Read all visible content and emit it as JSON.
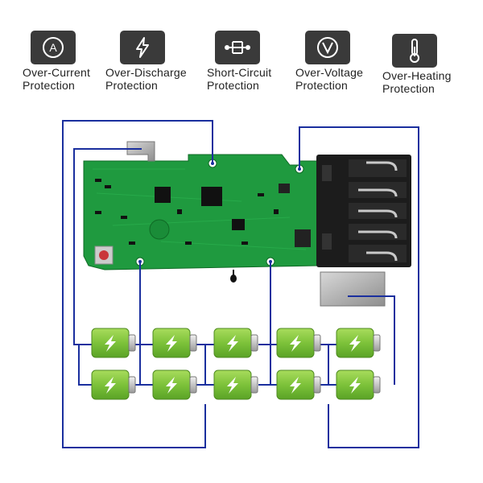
{
  "features": [
    {
      "icon": "over-current-icon",
      "line1": "Over-Current",
      "line2": "Protection"
    },
    {
      "icon": "over-discharge-icon",
      "line1": "Over-Discharge",
      "line2": "Protection"
    },
    {
      "icon": "short-circuit-icon",
      "line1": "Short-Circuit",
      "line2": "Protection"
    },
    {
      "icon": "over-voltage-icon",
      "line1": "Over-Voltage",
      "line2": "Protection"
    },
    {
      "icon": "over-heating-icon",
      "line1": "Over-Heating",
      "line2": "Protection"
    }
  ],
  "colors": {
    "wire": "#1a2f9e",
    "pcb": "#1f9a3f",
    "battery_body": "#7dc23a",
    "icon_bg": "#3a3a3a"
  }
}
